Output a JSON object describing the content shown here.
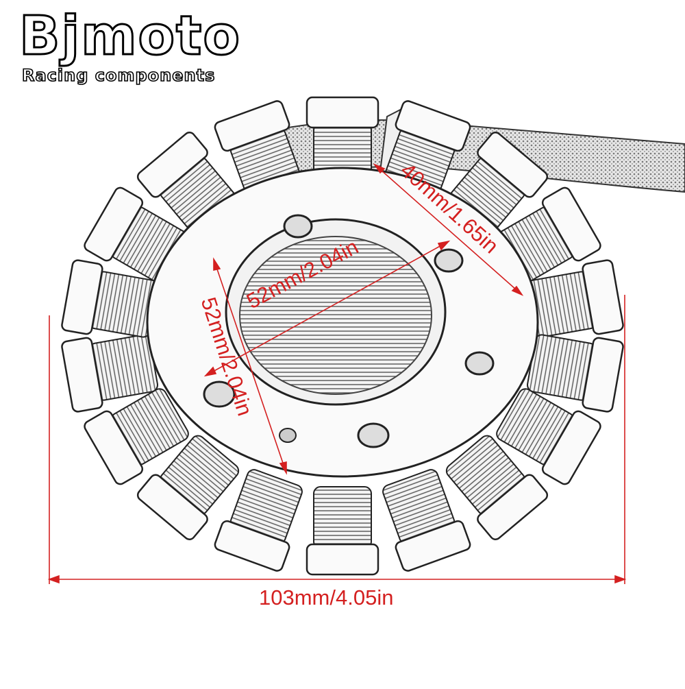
{
  "brand": {
    "name": "Bjmoto",
    "tagline": "Racing components"
  },
  "dimensions": {
    "overall_width": "103mm/4.05in",
    "inner_diameter_horizontal": "52mm/2.04in",
    "inner_diameter_vertical": "52mm/2.04in",
    "bolt_spacing": "40mm/1.65in"
  },
  "colors": {
    "dimension_line": "#d42020",
    "outline": "#222222",
    "background": "#ffffff"
  }
}
